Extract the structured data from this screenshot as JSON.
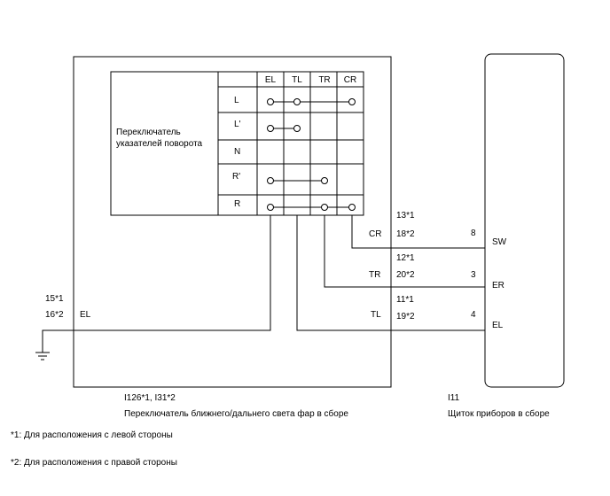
{
  "switch_assembly": {
    "inner_label_line1": "Переключатель",
    "inner_label_line2": "указателей поворота",
    "columns": [
      "EL",
      "TL",
      "TR",
      "CR"
    ],
    "rows": [
      "L",
      "L'",
      "N",
      "R'",
      "R"
    ],
    "outputs": {
      "cr": {
        "label": "CR",
        "pin1": "13*1",
        "pin2": "18*2"
      },
      "tr": {
        "label": "TR",
        "pin1": "12*1",
        "pin2": "20*2"
      },
      "tl": {
        "label": "TL",
        "pin1": "11*1",
        "pin2": "19*2"
      },
      "el": {
        "label": "EL",
        "pin1": "15*1",
        "pin2": "16*2"
      }
    },
    "code": "I126*1, I31*2",
    "name": "Переключатель ближнего/дальнего света фар в сборе"
  },
  "meter": {
    "pins": {
      "sw": {
        "num": "8",
        "label": "SW"
      },
      "er": {
        "num": "3",
        "label": "ER"
      },
      "el": {
        "num": "4",
        "label": "EL"
      }
    },
    "code": "I11",
    "name": "Щиток приборов в сборе"
  },
  "notes": {
    "note1": "*1: Для расположения с левой стороны",
    "note2": "*2: Для расположения с правой стороны"
  }
}
